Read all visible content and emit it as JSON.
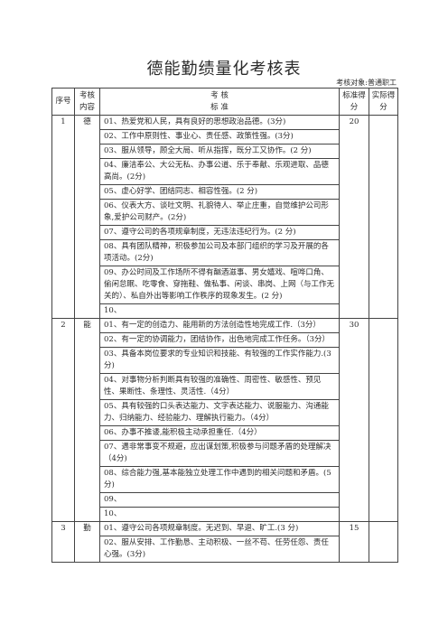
{
  "title": "德能勤绩量化考核表",
  "subtitle": "考核对象:普通职工",
  "header": {
    "seq": "序号",
    "content": "考核内容",
    "standard": "考 核\n标 准",
    "std_score": "标准得分",
    "actual": "实际得分"
  },
  "sections": [
    {
      "seq": "1",
      "name": "德",
      "score": "20",
      "items": [
        "01、热爱党和人民，具有良好的思想政治品德。(3分)",
        "02、工作中原则性、事业心、责任感、政策性强。(3分)",
        "03、服从领导，顾全大局、听从指挥，既分工又协作。(2 分)",
        "04、廉洁奉公、大公无私、办事公道、乐于奉献、乐观进取、品德高尚。(2分)",
        "05、虚心好学、团结同志、相容性强。(2 分)",
        "06、仪表大方、谈吐文明、礼貌待人、举止庄重，自觉维护公司形象,爱护公司财产。(2分)",
        "07、遵守公司的各项规章制度，无违法违纪行为。(2 分)",
        "08、具有团队精神，积极参加公司及本部门组织的学习及开展的各项活动。(2分)",
        "09、办公时间及工作场所不得有酗酒滋事、男女嬉戏、喧哗口角、偷闲怠眠、吃零食、穿拖鞋、做私事、闲谈、串岗、上网（与工作无关的）、私自外出等影响工作秩序的现象发生。(2 分)",
        "10、"
      ]
    },
    {
      "seq": "2",
      "name": "能",
      "score": "30",
      "items": [
        "01、有一定的创造力、能用新的方法创造性地完成工作.（3分）",
        "02、有一定的协调能力，团结协作，出色地完成工作任务。（3分）",
        "03、具备本岗位要求的专业知识和技能、有较强的工作实作能力.(3分)",
        "04、对事物分析判断具有较强的准确性、周密性、敏感性、预见性、果断性、条理性、灵活性.（4分）",
        "05、具有较强的口头表达能力、文字表达能力、说服能力、沟通能力、归纳能力、经验能力、理解执行能力。（4分）",
        "06、办事不推诿,能积极主动承担重任.（4分）",
        "07、遇非常事变不规避，应出谋划策,积极参与问题矛盾的处理解决（4分)",
        "08、综合能力强,基本能独立处理工作中遇到的相关问题和矛盾。(5分)",
        "09、",
        "10、"
      ]
    },
    {
      "seq": "3",
      "name": "勤",
      "score": "15",
      "items": [
        "01、遵守公司各项规章制度。无迟到、早退、旷工.(3 分)",
        "02、服从安排、工作勤恳、主动积极、一丝不苟、任劳任怨、责任心强。(3分)"
      ]
    }
  ]
}
